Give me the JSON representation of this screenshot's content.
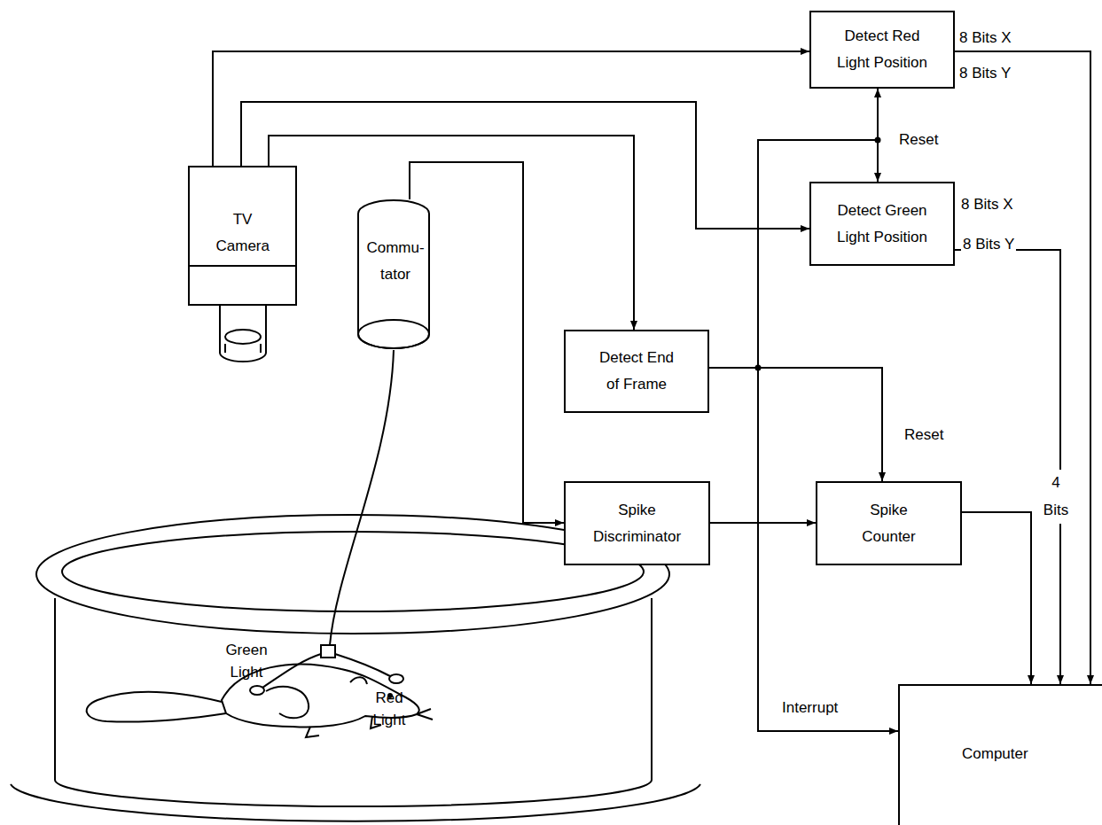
{
  "diagram": {
    "nodes": [
      {
        "text": [
          "TV Camera"
        ]
      },
      {
        "text": [
          "Commu- tator"
        ]
      },
      {
        "text": [
          "Detect Red Light Position"
        ]
      },
      {
        "text": [
          "Detect Green Light Position"
        ]
      },
      {
        "text": [
          "Detect End of Frame"
        ]
      },
      {
        "text": [
          "Spike Discriminator"
        ]
      },
      {
        "text": [
          "Spike Counter"
        ]
      },
      {
        "text": [
          "Computer"
        ]
      }
    ],
    "edges": [
      {
        "from": 0,
        "to": 2,
        "arrow": "to"
      },
      {
        "from": 0,
        "to": 3,
        "arrow": "to"
      },
      {
        "from": 0,
        "to": 4,
        "arrow": "to"
      },
      {
        "from": 1,
        "to": 5,
        "arrow": "to"
      },
      {
        "from": 5,
        "to": 6,
        "arrow": "to"
      },
      {
        "from": 4,
        "to": 6,
        "label": "Reset",
        "arrow": "to"
      },
      {
        "from": 4,
        "to": 2,
        "label": "Reset",
        "arrow": "to"
      },
      {
        "from": 4,
        "to": 3,
        "arrow": "to"
      },
      {
        "from": 4,
        "to": 7,
        "label": "Interrupt",
        "arrow": "to"
      },
      {
        "from": 6,
        "to": 7,
        "label": "4 Bits",
        "arrow": "to"
      },
      {
        "from": 3,
        "to": 7,
        "arrow": "to"
      },
      {
        "from": 2,
        "to": 7,
        "arrow": "to"
      }
    ],
    "labels": [
      "8 Bits X",
      "8 Bits Y",
      "8 Bits X",
      "8 Bits Y",
      "Green Light",
      "Red Light"
    ]
  }
}
